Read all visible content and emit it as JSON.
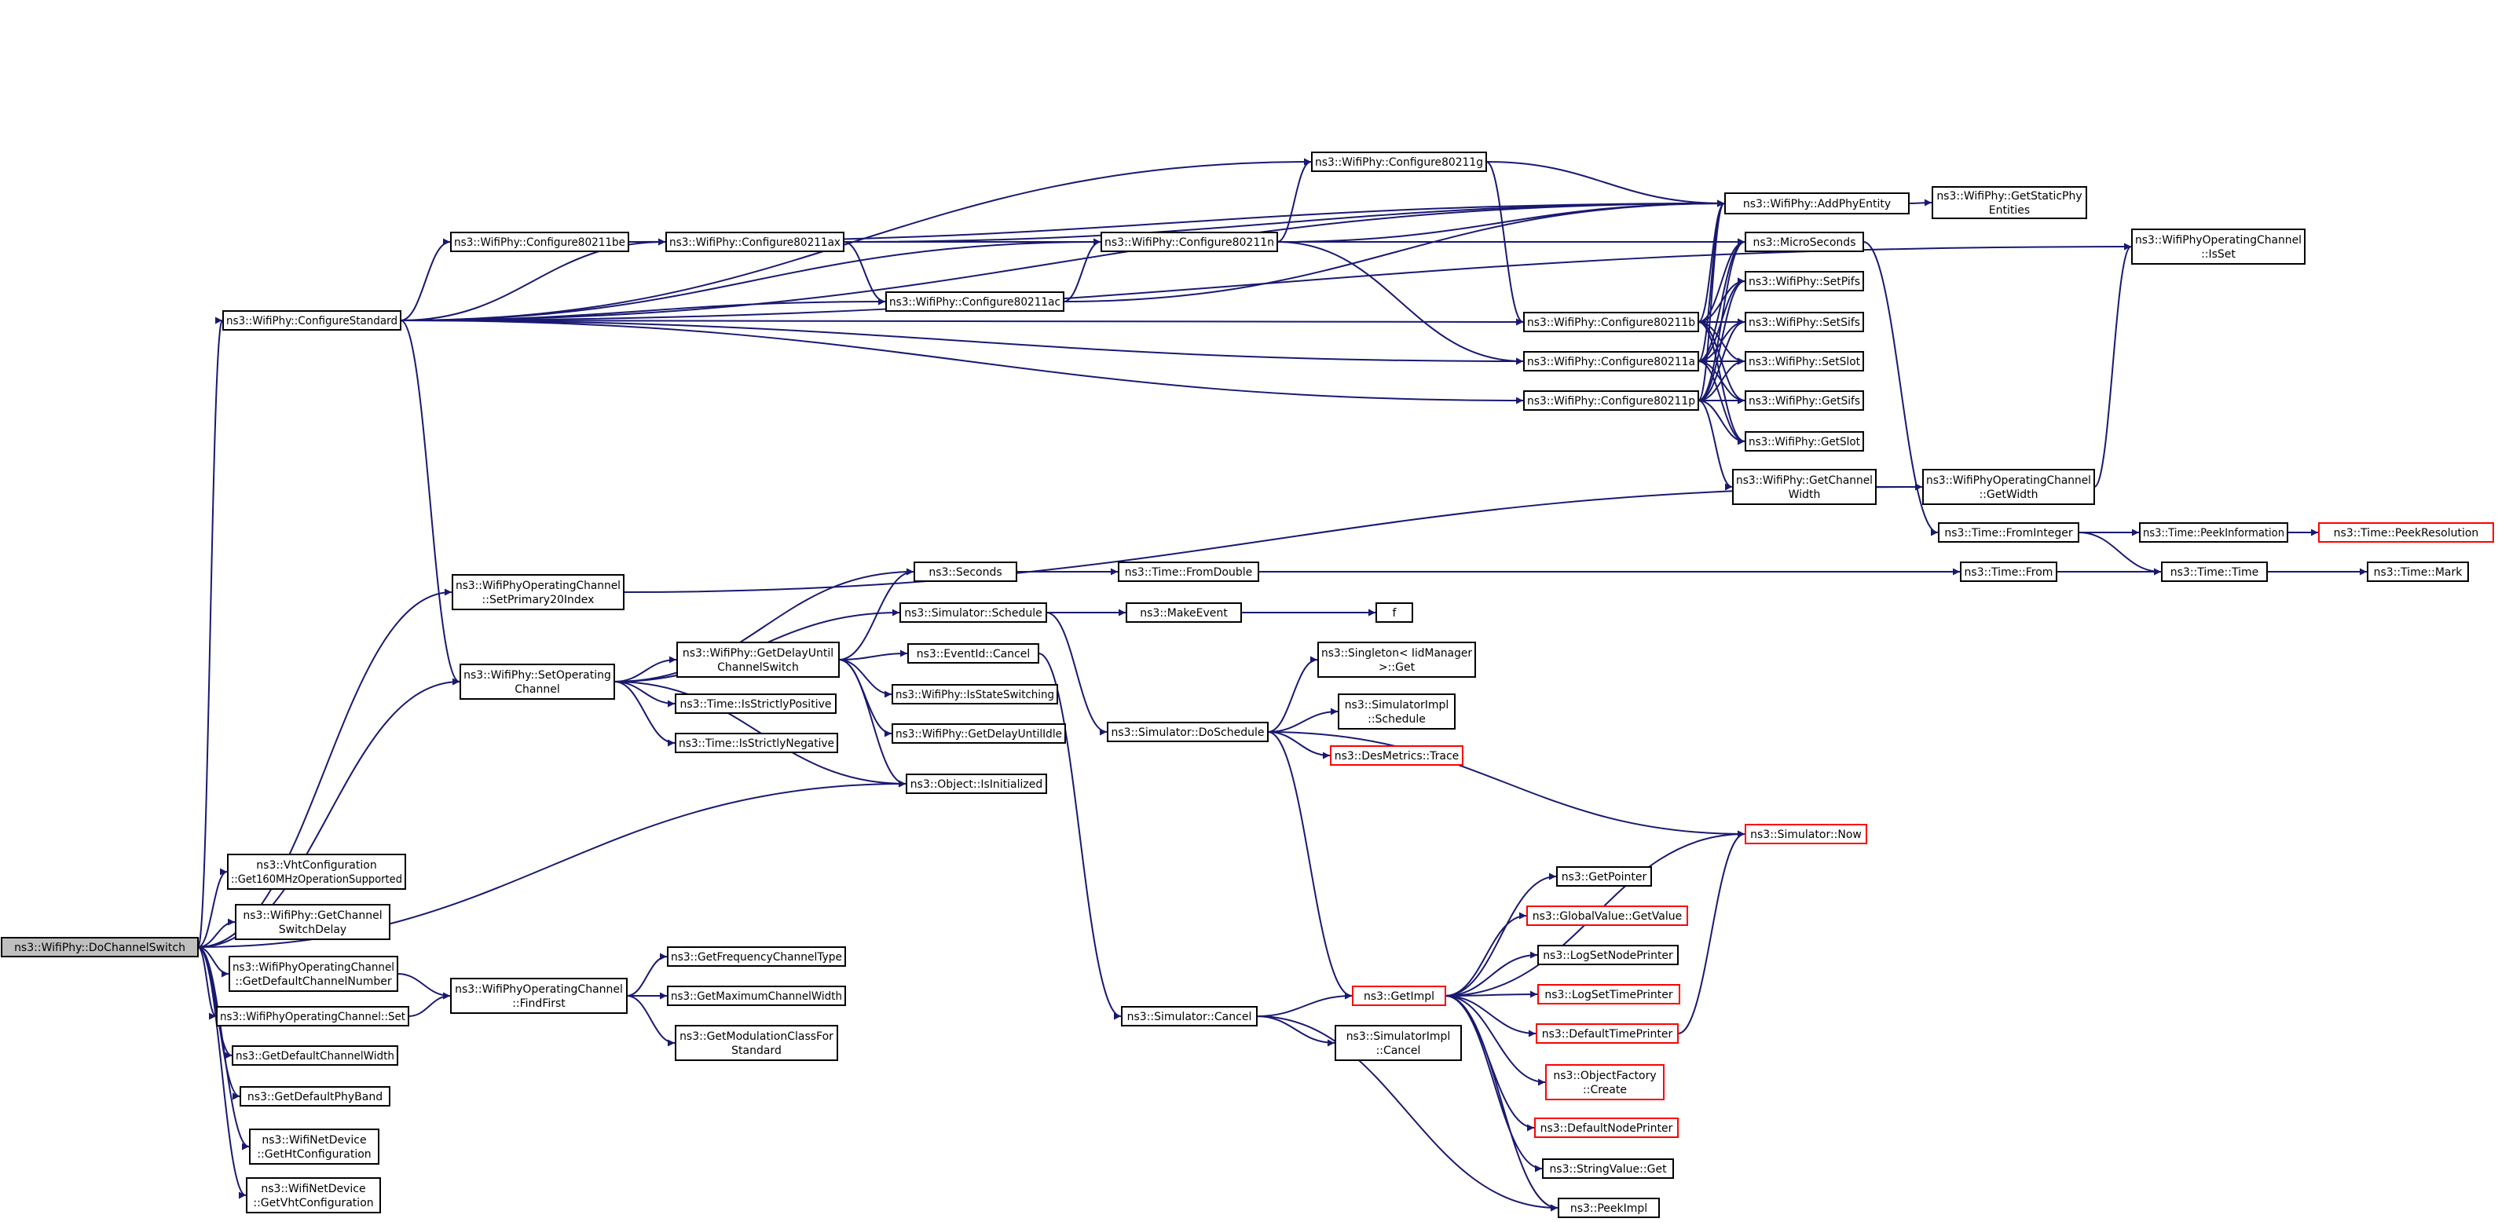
{
  "graph": {
    "edge_color": "#191970",
    "root_fill": "#bfbfbf",
    "highlight_border": "#ff0000",
    "nodes": [
      {
        "id": "root",
        "lines": [
          "ns3::WifiPhy::DoChannelSwitch"
        ],
        "style": "root"
      },
      {
        "id": "configstd",
        "lines": [
          "ns3::WifiPhy::ConfigureStandard"
        ]
      },
      {
        "id": "c80211be",
        "lines": [
          "ns3::WifiPhy::Configure80211be"
        ]
      },
      {
        "id": "c80211ax",
        "lines": [
          "ns3::WifiPhy::Configure80211ax"
        ]
      },
      {
        "id": "c80211n",
        "lines": [
          "ns3::WifiPhy::Configure80211n"
        ]
      },
      {
        "id": "c80211g",
        "lines": [
          "ns3::WifiPhy::Configure80211g"
        ]
      },
      {
        "id": "c80211ac",
        "lines": [
          "ns3::WifiPhy::Configure80211ac"
        ]
      },
      {
        "id": "addphy",
        "lines": [
          "ns3::WifiPhy::AddPhyEntity"
        ]
      },
      {
        "id": "getstatic",
        "lines": [
          "ns3::WifiPhy::GetStaticPhy",
          "Entities"
        ]
      },
      {
        "id": "micro",
        "lines": [
          "ns3::MicroSeconds"
        ]
      },
      {
        "id": "c80211b",
        "lines": [
          "ns3::WifiPhy::Configure80211b"
        ]
      },
      {
        "id": "c80211a",
        "lines": [
          "ns3::WifiPhy::Configure80211a"
        ]
      },
      {
        "id": "c80211p",
        "lines": [
          "ns3::WifiPhy::Configure80211p"
        ]
      },
      {
        "id": "setpifs",
        "lines": [
          "ns3::WifiPhy::SetPifs"
        ]
      },
      {
        "id": "setsifs",
        "lines": [
          "ns3::WifiPhy::SetSifs"
        ]
      },
      {
        "id": "setslot",
        "lines": [
          "ns3::WifiPhy::SetSlot"
        ]
      },
      {
        "id": "getsifs",
        "lines": [
          "ns3::WifiPhy::GetSifs"
        ]
      },
      {
        "id": "getslot",
        "lines": [
          "ns3::WifiPhy::GetSlot"
        ]
      },
      {
        "id": "getchw",
        "lines": [
          "ns3::WifiPhy::GetChannel",
          "Width"
        ]
      },
      {
        "id": "opgetwidth",
        "lines": [
          "ns3::WifiPhyOperatingChannel",
          "::GetWidth"
        ]
      },
      {
        "id": "opisset",
        "lines": [
          "ns3::WifiPhyOperatingChannel",
          "::IsSet"
        ]
      },
      {
        "id": "fromint",
        "lines": [
          "ns3::Time::FromInteger"
        ]
      },
      {
        "id": "peekinfo",
        "lines": [
          "ns3::Time::PeekInformation"
        ]
      },
      {
        "id": "peekres",
        "lines": [
          "ns3::Time::PeekResolution"
        ],
        "style": "red"
      },
      {
        "id": "timefrom",
        "lines": [
          "ns3::Time::From"
        ]
      },
      {
        "id": "timetime",
        "lines": [
          "ns3::Time::Time"
        ]
      },
      {
        "id": "timemark",
        "lines": [
          "ns3::Time::Mark"
        ]
      },
      {
        "id": "setp20",
        "lines": [
          "ns3::WifiPhyOperatingChannel",
          "::SetPrimary20Index"
        ]
      },
      {
        "id": "setop",
        "lines": [
          "ns3::WifiPhy::SetOperating",
          "Channel"
        ]
      },
      {
        "id": "seconds",
        "lines": [
          "ns3::Seconds"
        ]
      },
      {
        "id": "fromdouble",
        "lines": [
          "ns3::Time::FromDouble"
        ]
      },
      {
        "id": "schedule",
        "lines": [
          "ns3::Simulator::Schedule"
        ]
      },
      {
        "id": "makeevent",
        "lines": [
          "ns3::MakeEvent"
        ]
      },
      {
        "id": "f",
        "lines": [
          "f"
        ]
      },
      {
        "id": "getdelay",
        "lines": [
          "ns3::WifiPhy::GetDelayUntil",
          "ChannelSwitch"
        ]
      },
      {
        "id": "evcancel",
        "lines": [
          "ns3::EventId::Cancel"
        ]
      },
      {
        "id": "isstatesw",
        "lines": [
          "ns3::WifiPhy::IsStateSwitching"
        ]
      },
      {
        "id": "getdelayidle",
        "lines": [
          "ns3::WifiPhy::GetDelayUntilIdle"
        ]
      },
      {
        "id": "isinit",
        "lines": [
          "ns3::Object::IsInitialized"
        ]
      },
      {
        "id": "strictpos",
        "lines": [
          "ns3::Time::IsStrictlyPositive"
        ]
      },
      {
        "id": "strictneg",
        "lines": [
          "ns3::Time::IsStrictlyNegative"
        ]
      },
      {
        "id": "singleton",
        "lines": [
          "ns3::Singleton< IidManager",
          ">::Get"
        ]
      },
      {
        "id": "simimplsched",
        "lines": [
          "ns3::SimulatorImpl",
          "::Schedule"
        ]
      },
      {
        "id": "dosched",
        "lines": [
          "ns3::Simulator::DoSchedule"
        ]
      },
      {
        "id": "desmetrics",
        "lines": [
          "ns3::DesMetrics::Trace"
        ],
        "style": "red"
      },
      {
        "id": "simnow",
        "lines": [
          "ns3::Simulator::Now"
        ],
        "style": "red"
      },
      {
        "id": "vht160",
        "lines": [
          "ns3::VhtConfiguration",
          "::Get160MHzOperationSupported"
        ]
      },
      {
        "id": "getchsw",
        "lines": [
          "ns3::WifiPhy::GetChannel",
          "SwitchDelay"
        ]
      },
      {
        "id": "getdefchnum",
        "lines": [
          "ns3::WifiPhyOperatingChannel",
          "::GetDefaultChannelNumber"
        ]
      },
      {
        "id": "findfirst",
        "lines": [
          "ns3::WifiPhyOperatingChannel",
          "::FindFirst"
        ]
      },
      {
        "id": "getfreqtype",
        "lines": [
          "ns3::GetFrequencyChannelType"
        ]
      },
      {
        "id": "getmaxchw",
        "lines": [
          "ns3::GetMaximumChannelWidth"
        ]
      },
      {
        "id": "getmodcls",
        "lines": [
          "ns3::GetModulationClassFor",
          "Standard"
        ]
      },
      {
        "id": "opset",
        "lines": [
          "ns3::WifiPhyOperatingChannel::Set"
        ]
      },
      {
        "id": "getdefchw",
        "lines": [
          "ns3::GetDefaultChannelWidth"
        ]
      },
      {
        "id": "getdefband",
        "lines": [
          "ns3::GetDefaultPhyBand"
        ]
      },
      {
        "id": "getht",
        "lines": [
          "ns3::WifiNetDevice",
          "::GetHtConfiguration"
        ]
      },
      {
        "id": "getvht",
        "lines": [
          "ns3::WifiNetDevice",
          "::GetVhtConfiguration"
        ]
      },
      {
        "id": "simcancel",
        "lines": [
          "ns3::Simulator::Cancel"
        ]
      },
      {
        "id": "getimpl",
        "lines": [
          "ns3::GetImpl"
        ],
        "style": "red"
      },
      {
        "id": "simimplcancel",
        "lines": [
          "ns3::SimulatorImpl",
          "::Cancel"
        ]
      },
      {
        "id": "getpointer",
        "lines": [
          "ns3::GetPointer"
        ]
      },
      {
        "id": "gvgetvalue",
        "lines": [
          "ns3::GlobalValue::GetValue"
        ],
        "style": "red"
      },
      {
        "id": "logsetnode",
        "lines": [
          "ns3::LogSetNodePrinter"
        ]
      },
      {
        "id": "logsettime",
        "lines": [
          "ns3::LogSetTimePrinter"
        ],
        "style": "red"
      },
      {
        "id": "deftime",
        "lines": [
          "ns3::DefaultTimePrinter"
        ],
        "style": "red"
      },
      {
        "id": "objfactory",
        "lines": [
          "ns3::ObjectFactory",
          "::Create"
        ],
        "style": "red"
      },
      {
        "id": "defnode",
        "lines": [
          "ns3::DefaultNodePrinter"
        ],
        "style": "red"
      },
      {
        "id": "strget",
        "lines": [
          "ns3::StringValue::Get"
        ]
      },
      {
        "id": "peekimpl",
        "lines": [
          "ns3::PeekImpl"
        ]
      }
    ],
    "edges": [
      [
        "root",
        "configstd"
      ],
      [
        "root",
        "setp20"
      ],
      [
        "root",
        "setop"
      ],
      [
        "root",
        "isinit"
      ],
      [
        "root",
        "vht160"
      ],
      [
        "root",
        "getchsw"
      ],
      [
        "root",
        "getdefchnum"
      ],
      [
        "root",
        "opset"
      ],
      [
        "root",
        "getdefchw"
      ],
      [
        "root",
        "getdefband"
      ],
      [
        "root",
        "getht"
      ],
      [
        "root",
        "getvht"
      ],
      [
        "configstd",
        "c80211be"
      ],
      [
        "configstd",
        "c80211ax"
      ],
      [
        "configstd",
        "c80211n"
      ],
      [
        "configstd",
        "c80211g"
      ],
      [
        "configstd",
        "c80211ac"
      ],
      [
        "configstd",
        "addphy"
      ],
      [
        "configstd",
        "opisset"
      ],
      [
        "configstd",
        "c80211b"
      ],
      [
        "configstd",
        "c80211a"
      ],
      [
        "configstd",
        "c80211p"
      ],
      [
        "configstd",
        "setop"
      ],
      [
        "c80211be",
        "c80211ax"
      ],
      [
        "c80211be",
        "addphy"
      ],
      [
        "c80211ax",
        "c80211n"
      ],
      [
        "c80211ax",
        "c80211ac"
      ],
      [
        "c80211ax",
        "addphy"
      ],
      [
        "c80211n",
        "c80211g"
      ],
      [
        "c80211n",
        "addphy"
      ],
      [
        "c80211n",
        "micro"
      ],
      [
        "c80211n",
        "c80211a"
      ],
      [
        "c80211g",
        "addphy"
      ],
      [
        "c80211g",
        "c80211b"
      ],
      [
        "c80211ac",
        "c80211n"
      ],
      [
        "c80211ac",
        "addphy"
      ],
      [
        "addphy",
        "getstatic"
      ],
      [
        "micro",
        "fromint"
      ],
      [
        "c80211b",
        "addphy"
      ],
      [
        "c80211b",
        "micro"
      ],
      [
        "c80211b",
        "setpifs"
      ],
      [
        "c80211b",
        "setsifs"
      ],
      [
        "c80211b",
        "setslot"
      ],
      [
        "c80211b",
        "getsifs"
      ],
      [
        "c80211b",
        "getslot"
      ],
      [
        "c80211a",
        "addphy"
      ],
      [
        "c80211a",
        "micro"
      ],
      [
        "c80211a",
        "setpifs"
      ],
      [
        "c80211a",
        "setsifs"
      ],
      [
        "c80211a",
        "setslot"
      ],
      [
        "c80211a",
        "getsifs"
      ],
      [
        "c80211a",
        "getslot"
      ],
      [
        "c80211p",
        "addphy"
      ],
      [
        "c80211p",
        "micro"
      ],
      [
        "c80211p",
        "setpifs"
      ],
      [
        "c80211p",
        "setsifs"
      ],
      [
        "c80211p",
        "setslot"
      ],
      [
        "c80211p",
        "getsifs"
      ],
      [
        "c80211p",
        "getslot"
      ],
      [
        "c80211p",
        "getchw"
      ],
      [
        "getchw",
        "opgetwidth"
      ],
      [
        "opgetwidth",
        "opisset"
      ],
      [
        "fromint",
        "peekinfo"
      ],
      [
        "fromint",
        "timetime"
      ],
      [
        "peekinfo",
        "peekres"
      ],
      [
        "timefrom",
        "timetime"
      ],
      [
        "timetime",
        "timemark"
      ],
      [
        "setp20",
        "opgetwidth"
      ],
      [
        "setop",
        "seconds"
      ],
      [
        "setop",
        "schedule"
      ],
      [
        "setop",
        "getdelay"
      ],
      [
        "setop",
        "strictpos"
      ],
      [
        "setop",
        "strictneg"
      ],
      [
        "setop",
        "isinit"
      ],
      [
        "seconds",
        "fromdouble"
      ],
      [
        "fromdouble",
        "timefrom"
      ],
      [
        "schedule",
        "makeevent"
      ],
      [
        "schedule",
        "f"
      ],
      [
        "schedule",
        "dosched"
      ],
      [
        "makeevent",
        "f"
      ],
      [
        "getdelay",
        "seconds"
      ],
      [
        "getdelay",
        "evcancel"
      ],
      [
        "getdelay",
        "isstatesw"
      ],
      [
        "getdelay",
        "getdelayidle"
      ],
      [
        "getdelay",
        "isinit"
      ],
      [
        "evcancel",
        "simcancel"
      ],
      [
        "dosched",
        "singleton"
      ],
      [
        "dosched",
        "simimplsched"
      ],
      [
        "dosched",
        "desmetrics"
      ],
      [
        "dosched",
        "simnow"
      ],
      [
        "dosched",
        "getimpl"
      ],
      [
        "getdefchnum",
        "findfirst"
      ],
      [
        "opset",
        "findfirst"
      ],
      [
        "findfirst",
        "getfreqtype"
      ],
      [
        "findfirst",
        "getmaxchw"
      ],
      [
        "findfirst",
        "getmodcls"
      ],
      [
        "simcancel",
        "getimpl"
      ],
      [
        "simcancel",
        "simimplcancel"
      ],
      [
        "simcancel",
        "peekimpl"
      ],
      [
        "getimpl",
        "simnow"
      ],
      [
        "getimpl",
        "getpointer"
      ],
      [
        "getimpl",
        "gvgetvalue"
      ],
      [
        "getimpl",
        "logsetnode"
      ],
      [
        "getimpl",
        "logsettime"
      ],
      [
        "getimpl",
        "deftime"
      ],
      [
        "getimpl",
        "objfactory"
      ],
      [
        "getimpl",
        "defnode"
      ],
      [
        "getimpl",
        "strget"
      ],
      [
        "getimpl",
        "peekimpl"
      ],
      [
        "deftime",
        "simnow"
      ]
    ]
  }
}
